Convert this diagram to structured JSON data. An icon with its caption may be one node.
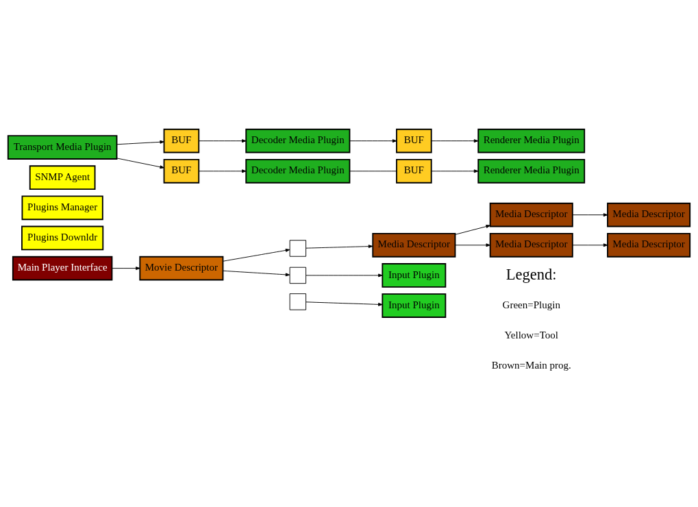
{
  "diagram": {
    "nodes": [
      {
        "text": [
          "SNMP Agent"
        ]
      },
      {
        "text": [
          "Plugins Manager"
        ]
      },
      {
        "text": [
          "Plugins Downldr"
        ]
      },
      {
        "text": [
          "Main Player Interface"
        ]
      },
      {
        "text": [
          "Movie Descriptor"
        ]
      },
      {
        "text": [],
        "shape": "box"
      },
      {
        "text": [
          "Transport Media Plugin"
        ]
      },
      {
        "text": [
          "Media Descriptor"
        ]
      },
      {
        "text": [
          "BUF"
        ]
      },
      {
        "text": [
          "BUF"
        ]
      },
      {
        "text": [
          "Decoder Media Plugin"
        ]
      },
      {
        "text": [
          "BUF"
        ]
      },
      {
        "text": [
          "Renderer Media Plugin"
        ]
      },
      {
        "text": [
          "Media Descriptor"
        ]
      },
      {
        "text": [
          "Media Descriptor"
        ]
      },
      {
        "text": [
          "Media Descriptor"
        ]
      },
      {
        "text": [
          "Media Descriptor"
        ]
      },
      {
        "text": [
          "Decoder Media Plugin"
        ]
      },
      {
        "text": [
          "BUF"
        ]
      },
      {
        "text": [
          "Renderer Media Plugin"
        ]
      },
      {
        "text": [],
        "shape": "box"
      },
      {
        "text": [],
        "shape": "box"
      },
      {
        "text": [
          "Input Plugin"
        ]
      },
      {
        "text": [
          "Input Plugin"
        ]
      }
    ],
    "edges": [
      {
        "from": 3,
        "to": 4,
        "arrow": "to"
      },
      {
        "from": 4,
        "to": 5,
        "arrow": "to"
      },
      {
        "from": 5,
        "to": 7,
        "arrow": "to"
      },
      {
        "from": 6,
        "to": 8,
        "arrow": "to"
      },
      {
        "from": 8,
        "to": 10,
        "arrow": "to"
      },
      {
        "from": 10,
        "to": 11,
        "arrow": "to"
      },
      {
        "from": 11,
        "to": 12,
        "arrow": "to"
      },
      {
        "from": 7,
        "to": 13,
        "arrow": "to"
      },
      {
        "from": 13,
        "to": 14,
        "arrow": "to"
      },
      {
        "from": 6,
        "to": 9,
        "arrow": "to"
      },
      {
        "from": 7,
        "to": 15,
        "arrow": "to"
      },
      {
        "from": 15,
        "to": 16,
        "arrow": "to"
      },
      {
        "from": 9,
        "to": 17,
        "arrow": "to"
      },
      {
        "from": 17,
        "to": 18,
        "arrow": "none"
      },
      {
        "from": 18,
        "to": 19,
        "arrow": "to"
      },
      {
        "from": 4,
        "to": 20,
        "arrow": "to"
      },
      {
        "from": 20,
        "to": 22,
        "arrow": "to"
      },
      {
        "from": 21,
        "to": 23,
        "arrow": "to"
      }
    ],
    "labels": [
      "Legend:"
    ],
    "legend": [
      {
        "text": "Green=Plugin"
      },
      {
        "text": "Yellow=Tool"
      },
      {
        "text": "Brown=Main prog."
      }
    ]
  }
}
